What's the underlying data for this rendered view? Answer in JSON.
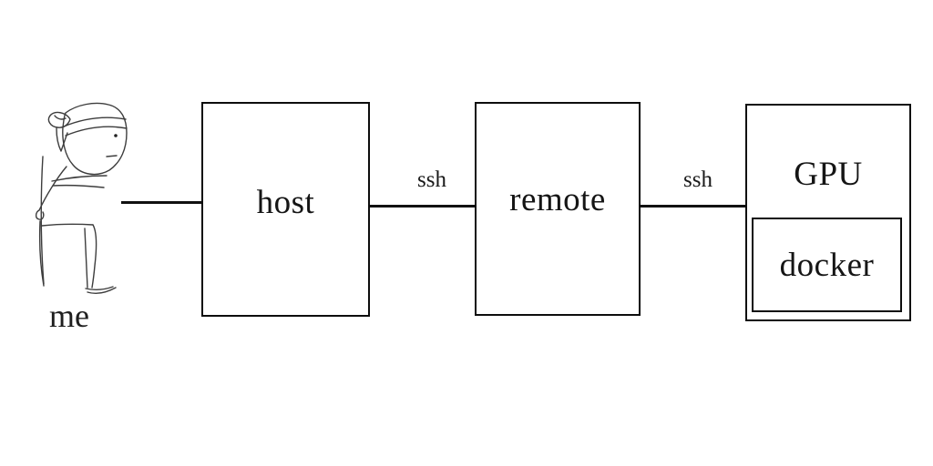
{
  "diagram": {
    "person_label": "me",
    "nodes": {
      "host": {
        "label": "host"
      },
      "remote": {
        "label": "remote"
      },
      "gpu": {
        "label": "GPU"
      },
      "docker": {
        "label": "docker"
      }
    },
    "connections": {
      "me_host": {
        "label": ""
      },
      "host_remote": {
        "label": "ssh"
      },
      "remote_gpu": {
        "label": "ssh"
      }
    },
    "colors": {
      "box_border": "#0d0d0d",
      "line": "#111111",
      "sketch_stroke": "#3d3d3d",
      "text": "#151515",
      "background": "#ffffff"
    }
  }
}
